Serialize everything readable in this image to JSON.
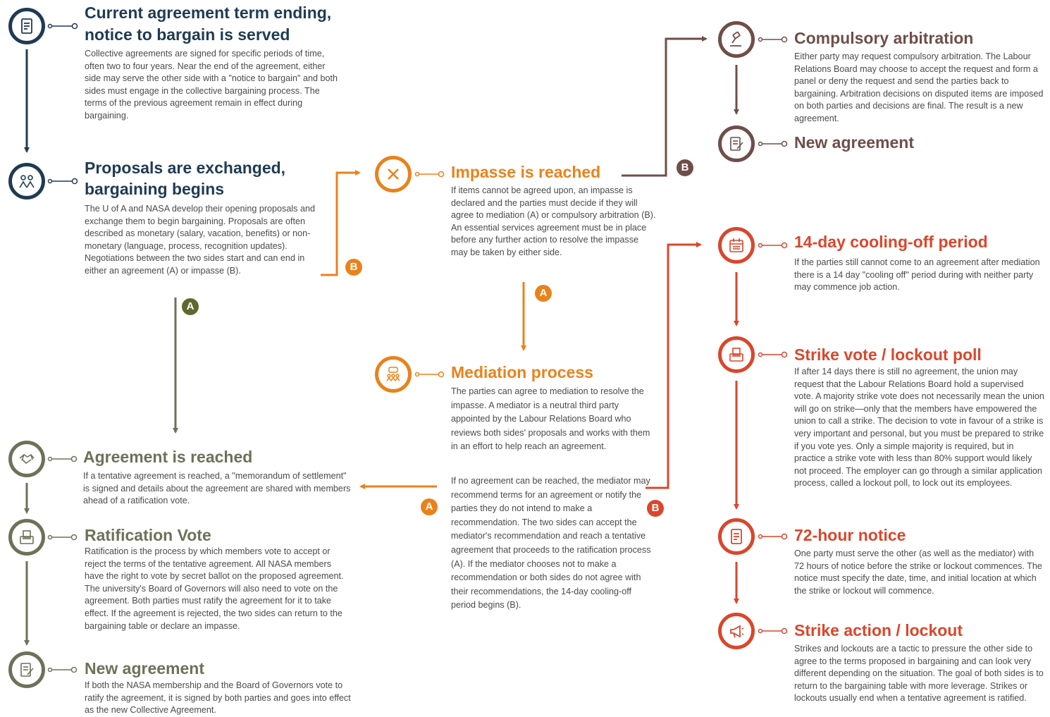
{
  "steps": {
    "current_term": {
      "title_line1": "Current agreement term ending,",
      "title_line2": "notice to bargain is served",
      "description": "Collective agreements are signed for specific periods of time, often two to four years. Near the end of the agreement, either side may serve the other side with a \"notice to bargain\" and both sides must engage in the collective bargaining process. The terms of the previous agreement remain in effect during bargaining."
    },
    "proposals": {
      "title_line1": "Proposals are exchanged,",
      "title_line2": "bargaining begins",
      "description": "The U of A and NASA develop their opening proposals and exchange them to begin bargaining. Proposals are often described as monetary (salary, vacation, benefits) or non-monetary (language, process, recognition updates). Negotiations between the two sides start and can end in either an agreement (A) or impasse (B)."
    },
    "impasse": {
      "title": "Impasse is reached",
      "description": "If items cannot be agreed upon, an impasse is declared and the parties must decide if they will agree to mediation (A) or compulsory arbitration (B). An essential services agreement must be in place before any further action to resolve the impasse may be taken by either side."
    },
    "mediation": {
      "title": "Mediation process",
      "description_p1": "The parties can agree to mediation to resolve the impasse. A mediator is a neutral third party appointed by the Labour Relations Board who reviews both sides' proposals and works with them in an effort to help reach an agreement.",
      "description_p2": "If no agreement can be reached, the mediator may recommend terms for an agreement or notify the parties they do not intend to make a recommendation. The two sides can accept the mediator's recommendation and reach a tentative agreement that proceeds to the ratification process (A). If the mediator chooses not to make a recommendation or both sides do not agree with their recommendations, the 14-day cooling-off period begins (B)."
    },
    "agreement_reached": {
      "title": "Agreement is reached",
      "description": "If a tentative agreement is reached, a \"memorandum of settlement\" is signed and details about the agreement are shared with members ahead of a ratification vote."
    },
    "ratification": {
      "title": "Ratification Vote",
      "description": "Ratification is the process by which members vote to accept or reject the terms of the tentative agreement. All NASA members have the right to vote by secret ballot on the proposed agreement. The university's Board of Governors will also need to vote on the agreement. Both parties must ratify the agreement for it to take effect. If the agreement is rejected, the two sides can return to the bargaining table or declare an impasse."
    },
    "new_agreement_left": {
      "title": "New agreement",
      "description": "If both the NASA membership and the Board of Governors vote to ratify the agreement, it is signed by both parties and goes into effect as the new Collective Agreement."
    },
    "arbitration": {
      "title": "Compulsory arbitration",
      "description": "Either party may request compulsory arbitration. The Labour Relations Board may choose to accept the request and form a panel or deny the request and send the parties back to bargaining. Arbitration decisions on disputed items are imposed on both parties and decisions are final. The result is a new agreement."
    },
    "new_agreement_right": {
      "title": "New agreement"
    },
    "cooling_off": {
      "title": "14-day cooling-off period",
      "description": "If the parties still cannot come to an agreement after mediation there is a 14 day \"cooling off\" period during with neither party may commence job action."
    },
    "strike_vote": {
      "title": "Strike vote / lockout poll",
      "description": "If after 14 days there is still no agreement, the union may request that the Labour Relations Board hold a supervised vote. A majority strike vote does not necessarily mean the union will go on strike—only that the members have empowered the union to call a strike. The decision to vote in favour of a strike is very important and personal, but you must be prepared to strike if you vote yes. Only a simple majority is required, but in practice a strike vote with less than 80% support would likely not proceed. The employer can go through a similar application process, called a lockout poll, to lock out its employees."
    },
    "notice_72": {
      "title": "72-hour notice",
      "description": "One party must serve the other (as well as the mediator) with 72 hours of notice before the strike or lockout commences. The notice must specify the date, time, and initial location at which the strike or lockout will commence."
    },
    "strike_action": {
      "title": "Strike action / lockout",
      "description": "Strikes and lockouts are a tactic to pressure the other side to agree to the terms proposed in bargaining and can look very different depending on the situation. The goal of both sides is to return to the bargaining table with more leverage. Strikes or lockouts usually end when a tentative agreement is ratified."
    }
  },
  "badges": {
    "a": "A",
    "b": "B"
  },
  "icons": {
    "current_term": "document-icon",
    "proposals": "people-exchange-icon",
    "impasse": "x-icon",
    "mediation": "meeting-icon",
    "agreement_reached": "handshake-icon",
    "ratification": "ballot-box-icon",
    "new_agreement": "signed-document-icon",
    "arbitration": "gavel-icon",
    "cooling_off": "calendar-icon",
    "strike_vote": "ballot-box-icon",
    "notice_72": "notice-document-icon",
    "strike_action": "megaphone-icon"
  },
  "colors": {
    "navy": "#1f3b52",
    "olive": "#6e7159",
    "olive_badge": "#5d6a2e",
    "orange": "#e9821c",
    "brown": "#6f4e49",
    "red": "#d9472c"
  }
}
